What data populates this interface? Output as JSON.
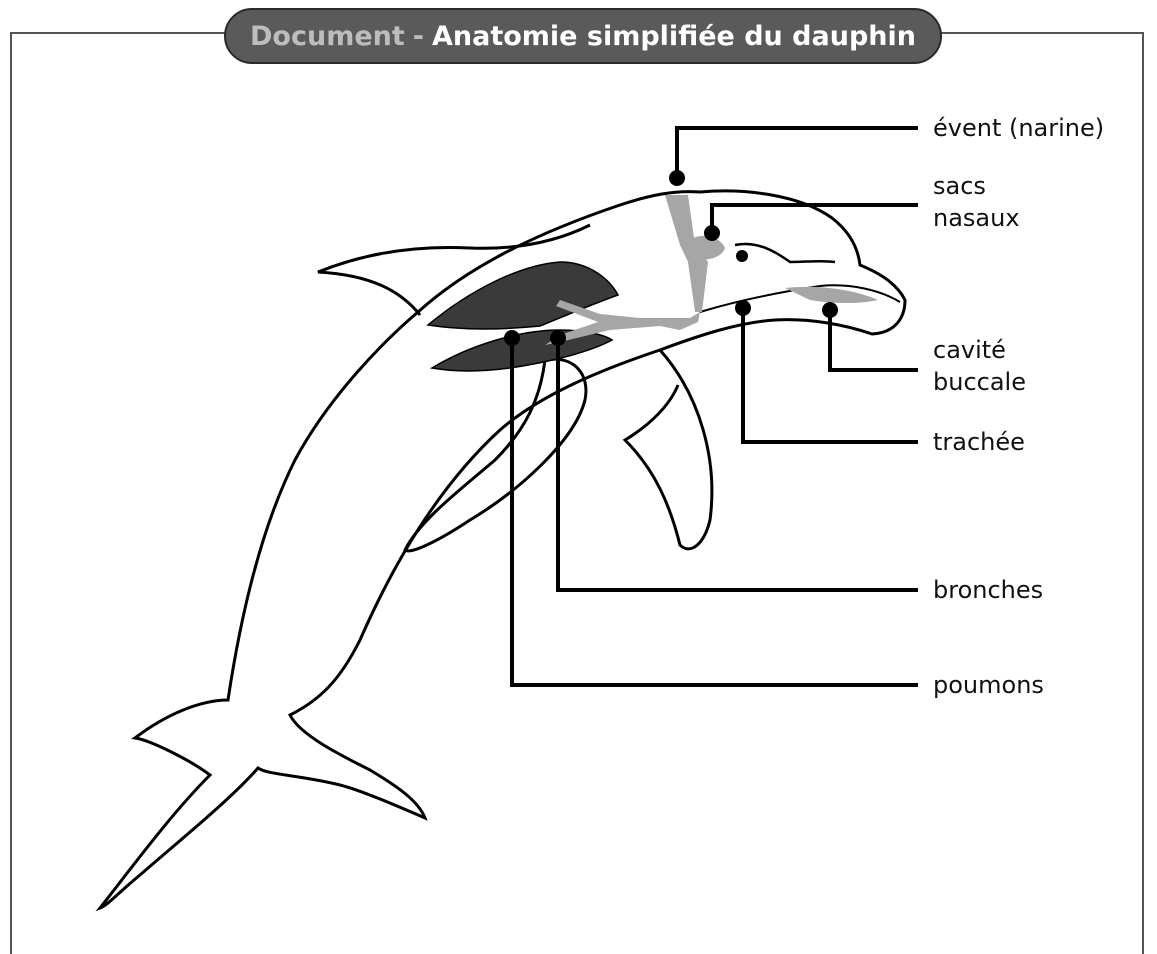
{
  "header": {
    "prefix": "Document",
    "separator": "-",
    "title": "Anatomie simplifiée du dauphin"
  },
  "labels": {
    "event": "évent (narine)",
    "sacs_line1": "sacs",
    "sacs_line2": "nasaux",
    "cavite_line1": "cavité",
    "cavite_line2": "buccale",
    "trachee": "trachée",
    "bronches": "bronches",
    "poumons": "poumons"
  },
  "colors": {
    "frame": "#555555",
    "title_bg": "#5a5a5a",
    "lungs": "#3a3a3a",
    "airways": "#a6a6a6",
    "outline": "#000000"
  }
}
